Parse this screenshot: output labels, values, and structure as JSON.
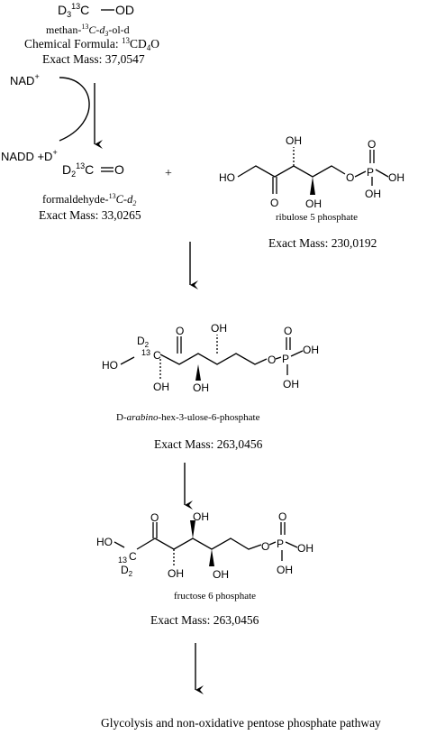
{
  "methanol": {
    "formula_main": "D",
    "formula_sub1": "3",
    "formula_sup": "13",
    "formula_rest": "C",
    "formula_od": "OD",
    "name_prefix": "methan-",
    "name_sup": "13",
    "name_c": "C",
    "name_mid": "-d",
    "name_sub": "3",
    "name_end": "-ol-d",
    "chem_formula_label": "Chemical Formula: ",
    "chem_formula_sup": "13",
    "chem_formula_val": "CD",
    "chem_formula_sub": "4",
    "chem_formula_o": "O",
    "exact_mass": "Exact Mass: 37,0547"
  },
  "cofactors": {
    "nad": "NAD",
    "nad_sup": "+",
    "nadd": "NADD +D",
    "nadd_sup": "+"
  },
  "formaldehyde": {
    "formula_d": "D",
    "formula_sub": "2",
    "formula_sup": "13",
    "formula_c": "C",
    "formula_o": "O",
    "name_prefix": "formaldehyde-",
    "name_sup": "13",
    "name_c": "C",
    "name_mid": "-d",
    "name_sub": "2",
    "exact_mass": "Exact Mass: 33,0265"
  },
  "plus": "+",
  "ribulose": {
    "oh_top": "OH",
    "ho_left": "HO",
    "ketone_o": "O",
    "oh_bottom": "OH",
    "ester_o": "O",
    "p": "P",
    "po_top": "O",
    "po_oh_right": "OH",
    "po_oh_bottom": "OH",
    "name": "ribulose 5 phosphate",
    "exact_mass": "Exact Mass: 230,0192"
  },
  "hexulose": {
    "d2": "D",
    "d2_sub": "2",
    "c13_sup": "13",
    "c13": "C",
    "ho_left": "HO",
    "oh_c2": "OH",
    "ketone_o": "O",
    "oh_c4": "OH",
    "oh_c5": "OH",
    "ester_o": "O",
    "p": "P",
    "po_top": "O",
    "po_oh_right": "OH",
    "po_oh_bottom": "OH",
    "name_prefix": "D-",
    "name_italic": "arabino",
    "name_rest": "-hex-3-ulose-6-phosphate",
    "exact_mass": "Exact Mass: 263,0456"
  },
  "fructose": {
    "ho_left": "HO",
    "c13_sup": "13",
    "c13": "C",
    "d2": "D",
    "d2_sub": "2",
    "ketone_o": "O",
    "oh_c3": "OH",
    "oh_c4": "OH",
    "oh_c5": "OH",
    "ester_o": "O",
    "p": "P",
    "po_top": "O",
    "po_oh_right": "OH",
    "po_oh_bottom": "OH",
    "name": "fructose 6 phosphate",
    "exact_mass": "Exact Mass: 263,0456"
  },
  "final": "Glycolysis and non-oxidative pentose phosphate pathway"
}
